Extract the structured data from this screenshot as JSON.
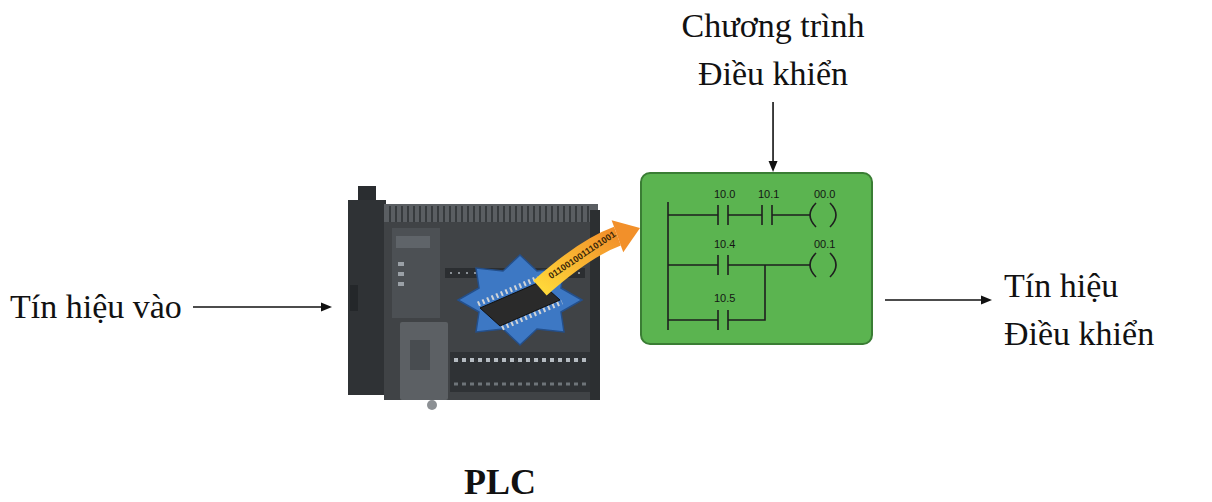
{
  "diagram": {
    "nodes": [
      {
        "text": [
          "Tín hiệu vào"
        ]
      },
      {
        "text": [
          "PLC"
        ]
      },
      {
        "text": [
          "Chương trình Điều khiển"
        ]
      },
      {
        "text": [
          "10.0",
          "10.1",
          "00.0",
          "10.4",
          "00.1",
          "10.5"
        ]
      },
      {
        "text": [
          "Tín hiệu Điều khiển"
        ]
      }
    ],
    "edges": [
      {
        "from": 0,
        "to": 1,
        "arrow": "to"
      },
      {
        "from": 1,
        "to": 3,
        "arrow": "to",
        "label": "0110010011101001"
      },
      {
        "from": 2,
        "to": 3,
        "arrow": "to"
      },
      {
        "from": 3,
        "to": 4,
        "arrow": "to"
      }
    ]
  }
}
